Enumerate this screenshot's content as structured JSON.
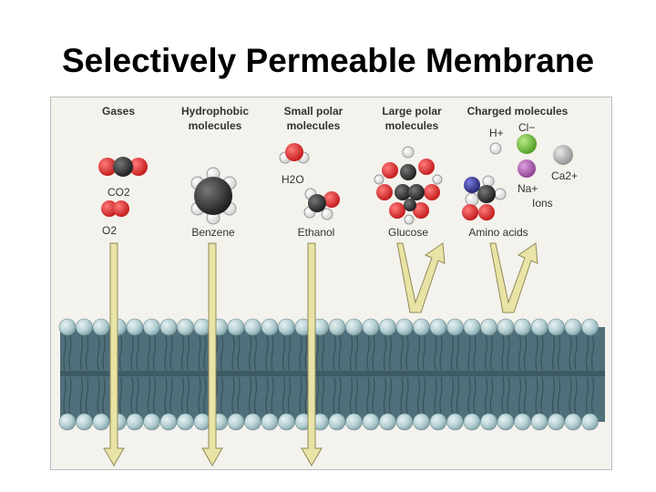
{
  "slide": {
    "title": "Selectively Permeable Membrane"
  },
  "categories": {
    "gases": [
      "Gases",
      ""
    ],
    "hydrophobic": [
      "Hydrophobic",
      "molecules"
    ],
    "small_polar": [
      "Small polar",
      "molecules"
    ],
    "large_polar": [
      "Large polar",
      "molecules"
    ],
    "charged": [
      "Charged molecules",
      ""
    ]
  },
  "molecules": {
    "co2": "CO2",
    "o2": "O2",
    "benzene": "Benzene",
    "h2o": "H2O",
    "ethanol": "Ethanol",
    "glucose": "Glucose",
    "amino_acids": "Amino acids",
    "h_plus": "H+",
    "cl_minus": "Cl−",
    "na_plus": "Na+",
    "ca_2plus": "Ca2+",
    "ions": "Ions"
  },
  "colors": {
    "figure_bg": "#f4f2ed",
    "membrane_tails": "#4f6f7a",
    "head_group": "#b4cfd3",
    "arrow_fill": "#e9e3a6",
    "oxygen": "#d42a2a",
    "carbon": "#333333",
    "hydrogen": "#ffffff",
    "chloride": "#7cc142",
    "sodium": "#b06ab3",
    "calcium": "#b3b3b3",
    "nitrogen": "#3a3a9e"
  }
}
